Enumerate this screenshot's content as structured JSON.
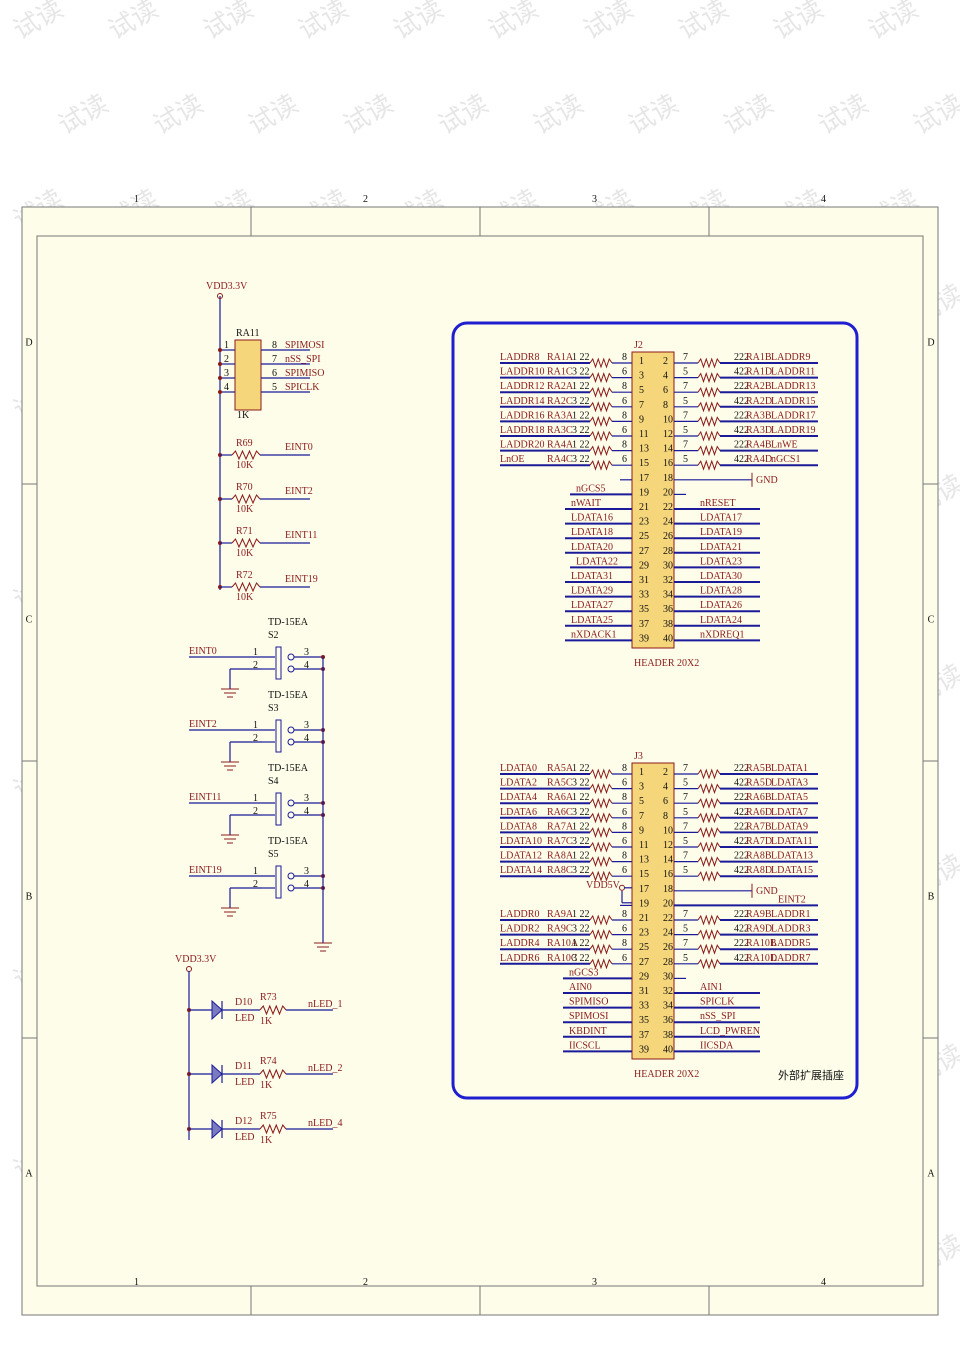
{
  "frame": {
    "columns": [
      "1",
      "2",
      "3",
      "4"
    ],
    "rows": [
      "D",
      "C",
      "B",
      "A"
    ]
  },
  "watermark": "试读",
  "power": {
    "vdd_top": "VDD3.3V",
    "vdd_led": "VDD3.3V",
    "vdd5v": "VDD5V",
    "gnd": "GND"
  },
  "ra11": {
    "ref": "RA11",
    "value": "1K",
    "left_pins": [
      "1",
      "2",
      "3",
      "4"
    ],
    "right_pins": [
      "8",
      "7",
      "6",
      "5"
    ],
    "nets": [
      "SPIMOSI",
      "nSS_SPI",
      "SPIMISO",
      "SPICLK"
    ]
  },
  "pullups": [
    {
      "ref": "R69",
      "value": "10K",
      "net": "EINT0"
    },
    {
      "ref": "R70",
      "value": "10K",
      "net": "EINT2"
    },
    {
      "ref": "R71",
      "value": "10K",
      "net": "EINT11"
    },
    {
      "ref": "R72",
      "value": "10K",
      "net": "EINT19"
    }
  ],
  "switches": [
    {
      "part": "TD-15EA",
      "ref": "S2",
      "net": "EINT0",
      "pins": [
        "1",
        "2",
        "3",
        "4"
      ]
    },
    {
      "part": "TD-15EA",
      "ref": "S3",
      "net": "EINT2",
      "pins": [
        "1",
        "2",
        "3",
        "4"
      ]
    },
    {
      "part": "TD-15EA",
      "ref": "S4",
      "net": "EINT11",
      "pins": [
        "1",
        "2",
        "3",
        "4"
      ]
    },
    {
      "part": "TD-15EA",
      "ref": "S5",
      "net": "EINT19",
      "pins": [
        "1",
        "2",
        "3",
        "4"
      ]
    }
  ],
  "leds": [
    {
      "ref": "D10",
      "type": "LED",
      "res": "R73",
      "value": "1K",
      "net": "nLED_1"
    },
    {
      "ref": "D11",
      "type": "LED",
      "res": "R74",
      "value": "1K",
      "net": "nLED_2"
    },
    {
      "ref": "D12",
      "type": "LED",
      "res": "R75",
      "value": "1K",
      "net": "nLED_4"
    }
  ],
  "j2": {
    "ref": "J2",
    "part": "HEADER 20X2",
    "odd": [
      "1",
      "3",
      "5",
      "7",
      "9",
      "11",
      "13",
      "15",
      "17",
      "19",
      "21",
      "23",
      "25",
      "27",
      "29",
      "31",
      "33",
      "35",
      "37",
      "39"
    ],
    "even": [
      "2",
      "4",
      "6",
      "8",
      "10",
      "12",
      "14",
      "16",
      "18",
      "20",
      "22",
      "24",
      "26",
      "28",
      "30",
      "32",
      "34",
      "36",
      "38",
      "40"
    ],
    "left": [
      {
        "net": "LADDR8",
        "ra": "RA1A",
        "p": "1 22",
        "q": "8"
      },
      {
        "net": "LADDR10",
        "ra": "RA1C",
        "p": "3 22",
        "q": "6"
      },
      {
        "net": "LADDR12",
        "ra": "RA2A",
        "p": "1 22",
        "q": "8"
      },
      {
        "net": "LADDR14",
        "ra": "RA2C",
        "p": "3 22",
        "q": "6"
      },
      {
        "net": "LADDR16",
        "ra": "RA3A",
        "p": "1 22",
        "q": "8"
      },
      {
        "net": "LADDR18",
        "ra": "RA3C",
        "p": "3 22",
        "q": "6"
      },
      {
        "net": "LADDR20",
        "ra": "RA4A",
        "p": "1 22",
        "q": "8"
      },
      {
        "net": "LnOE",
        "ra": "RA4C",
        "p": "3 22",
        "q": "6"
      },
      {
        "net": "",
        "ra": "",
        "p": "",
        "q": ""
      },
      {
        "net": "nGCS5",
        "ra": "",
        "p": "",
        "q": ""
      },
      {
        "net": "nWAIT",
        "ra": "",
        "p": "",
        "q": ""
      },
      {
        "net": "LDATA16",
        "ra": "",
        "p": "",
        "q": ""
      },
      {
        "net": "LDATA18",
        "ra": "",
        "p": "",
        "q": ""
      },
      {
        "net": "LDATA20",
        "ra": "",
        "p": "",
        "q": ""
      },
      {
        "net": "LDATA22",
        "ra": "",
        "p": "",
        "q": ""
      },
      {
        "net": "LDATA31",
        "ra": "",
        "p": "",
        "q": ""
      },
      {
        "net": "LDATA29",
        "ra": "",
        "p": "",
        "q": ""
      },
      {
        "net": "LDATA27",
        "ra": "",
        "p": "",
        "q": ""
      },
      {
        "net": "LDATA25",
        "ra": "",
        "p": "",
        "q": ""
      },
      {
        "net": "nXDACK1",
        "ra": "",
        "p": "",
        "q": ""
      }
    ],
    "right": [
      {
        "net": "LADDR9",
        "ra": "RA1B",
        "p": "2 22",
        "q": "7"
      },
      {
        "net": "LADDR11",
        "ra": "RA1D",
        "p": "4 22",
        "q": "5"
      },
      {
        "net": "LADDR13",
        "ra": "RA2B",
        "p": "2 22",
        "q": "7"
      },
      {
        "net": "LADDR15",
        "ra": "RA2D",
        "p": "4 22",
        "q": "5"
      },
      {
        "net": "LADDR17",
        "ra": "RA3B",
        "p": "2 22",
        "q": "7"
      },
      {
        "net": "LADDR19",
        "ra": "RA3D",
        "p": "4 22",
        "q": "5"
      },
      {
        "net": "LnWE",
        "ra": "RA4B",
        "p": "2 22",
        "q": "7"
      },
      {
        "net": "nGCS1",
        "ra": "RA4D",
        "p": "4 22",
        "q": "5"
      },
      {
        "net": "GND",
        "ra": "",
        "p": "",
        "q": ""
      },
      {
        "net": "",
        "ra": "",
        "p": "",
        "q": ""
      },
      {
        "net": "nRESET",
        "ra": "",
        "p": "",
        "q": ""
      },
      {
        "net": "LDATA17",
        "ra": "",
        "p": "",
        "q": ""
      },
      {
        "net": "LDATA19",
        "ra": "",
        "p": "",
        "q": ""
      },
      {
        "net": "LDATA21",
        "ra": "",
        "p": "",
        "q": ""
      },
      {
        "net": "LDATA23",
        "ra": "",
        "p": "",
        "q": ""
      },
      {
        "net": "LDATA30",
        "ra": "",
        "p": "",
        "q": ""
      },
      {
        "net": "LDATA28",
        "ra": "",
        "p": "",
        "q": ""
      },
      {
        "net": "LDATA26",
        "ra": "",
        "p": "",
        "q": ""
      },
      {
        "net": "LDATA24",
        "ra": "",
        "p": "",
        "q": ""
      },
      {
        "net": "nXDREQ1",
        "ra": "",
        "p": "",
        "q": ""
      }
    ]
  },
  "j3": {
    "ref": "J3",
    "part": "HEADER 20X2",
    "left": [
      {
        "net": "LDATA0",
        "ra": "RA5A",
        "p": "1 22",
        "q": "8"
      },
      {
        "net": "LDATA2",
        "ra": "RA5C",
        "p": "3 22",
        "q": "6"
      },
      {
        "net": "LDATA4",
        "ra": "RA6A",
        "p": "1 22",
        "q": "8"
      },
      {
        "net": "LDATA6",
        "ra": "RA6C",
        "p": "3 22",
        "q": "6"
      },
      {
        "net": "LDATA8",
        "ra": "RA7A",
        "p": "1 22",
        "q": "8"
      },
      {
        "net": "LDATA10",
        "ra": "RA7C",
        "p": "3 22",
        "q": "6"
      },
      {
        "net": "LDATA12",
        "ra": "RA8A",
        "p": "1 22",
        "q": "8"
      },
      {
        "net": "LDATA14",
        "ra": "RA8C",
        "p": "3 22",
        "q": "6"
      },
      {
        "net": "VDD5V",
        "ra": "",
        "p": "",
        "q": ""
      },
      {
        "net": "",
        "ra": "",
        "p": "",
        "q": ""
      },
      {
        "net": "LADDR0",
        "ra": "RA9A",
        "p": "1 22",
        "q": "8"
      },
      {
        "net": "LADDR2",
        "ra": "RA9C",
        "p": "3 22",
        "q": "6"
      },
      {
        "net": "LADDR4",
        "ra": "RA10A",
        "p": "1 22",
        "q": "8"
      },
      {
        "net": "LADDR6",
        "ra": "RA10C",
        "p": "3 22",
        "q": "6"
      },
      {
        "net": "nGCS3",
        "ra": "",
        "p": "",
        "q": ""
      },
      {
        "net": "AIN0",
        "ra": "",
        "p": "",
        "q": ""
      },
      {
        "net": "SPIMISO",
        "ra": "",
        "p": "",
        "q": ""
      },
      {
        "net": "SPIMOSI",
        "ra": "",
        "p": "",
        "q": ""
      },
      {
        "net": "KBDINT",
        "ra": "",
        "p": "",
        "q": ""
      },
      {
        "net": "IICSCL",
        "ra": "",
        "p": "",
        "q": ""
      }
    ],
    "right": [
      {
        "net": "LDATA1",
        "ra": "RA5B",
        "p": "2 22",
        "q": "7"
      },
      {
        "net": "LDATA3",
        "ra": "RA5D",
        "p": "4 22",
        "q": "5"
      },
      {
        "net": "LDATA5",
        "ra": "RA6B",
        "p": "2 22",
        "q": "7"
      },
      {
        "net": "LDATA7",
        "ra": "RA6D",
        "p": "4 22",
        "q": "5"
      },
      {
        "net": "LDATA9",
        "ra": "RA7B",
        "p": "2 22",
        "q": "7"
      },
      {
        "net": "LDATA11",
        "ra": "RA7D",
        "p": "4 22",
        "q": "5"
      },
      {
        "net": "LDATA13",
        "ra": "RA8B",
        "p": "2 22",
        "q": "7"
      },
      {
        "net": "LDATA15",
        "ra": "RA8D",
        "p": "4 22",
        "q": "5"
      },
      {
        "net": "GND",
        "ra": "",
        "p": "",
        "q": ""
      },
      {
        "net": "EINT2",
        "ra": "",
        "p": "",
        "q": ""
      },
      {
        "net": "LADDR1",
        "ra": "RA9B",
        "p": "2 22",
        "q": "7"
      },
      {
        "net": "LADDR3",
        "ra": "RA9D",
        "p": "4 22",
        "q": "5"
      },
      {
        "net": "LADDR5",
        "ra": "RA10B",
        "p": "2 22",
        "q": "7"
      },
      {
        "net": "LADDR7",
        "ra": "RA10D",
        "p": "4 22",
        "q": "5"
      },
      {
        "net": "",
        "ra": "",
        "p": "",
        "q": ""
      },
      {
        "net": "AIN1",
        "ra": "",
        "p": "",
        "q": ""
      },
      {
        "net": "SPICLK",
        "ra": "",
        "p": "",
        "q": ""
      },
      {
        "net": "nSS_SPI",
        "ra": "",
        "p": "",
        "q": ""
      },
      {
        "net": "LCD_PWREN",
        "ra": "",
        "p": "",
        "q": ""
      },
      {
        "net": "IICSDA",
        "ra": "",
        "p": "",
        "q": ""
      }
    ]
  },
  "block_title": "外部扩展插座"
}
